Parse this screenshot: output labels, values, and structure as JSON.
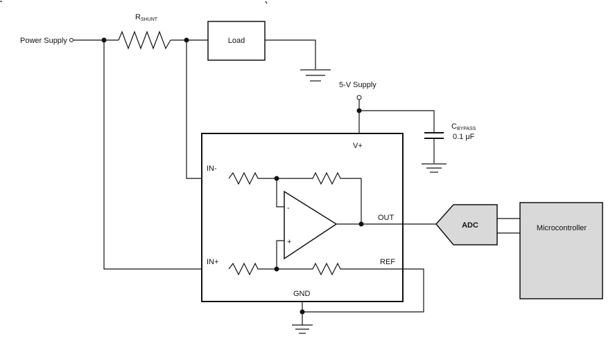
{
  "labels": {
    "power_supply": "Power Supply",
    "rshunt_main": "R",
    "rshunt_sub": "SHUNT",
    "load": "Load",
    "supply_5v": "5-V Supply",
    "cbypass_main": "C",
    "cbypass_sub": "BYPASS",
    "cbypass_value": "0.1 μF",
    "vplus": "V+",
    "in_minus": "IN-",
    "in_plus": "IN+",
    "out": "OUT",
    "ref": "REF",
    "gnd": "GND",
    "opamp_minus": "-",
    "opamp_plus": "+",
    "adc": "ADC",
    "microcontroller": "Microcontroller"
  },
  "colors": {
    "block_fill": "#d9d9d9",
    "line": "#111111",
    "background": "#ffffff"
  }
}
